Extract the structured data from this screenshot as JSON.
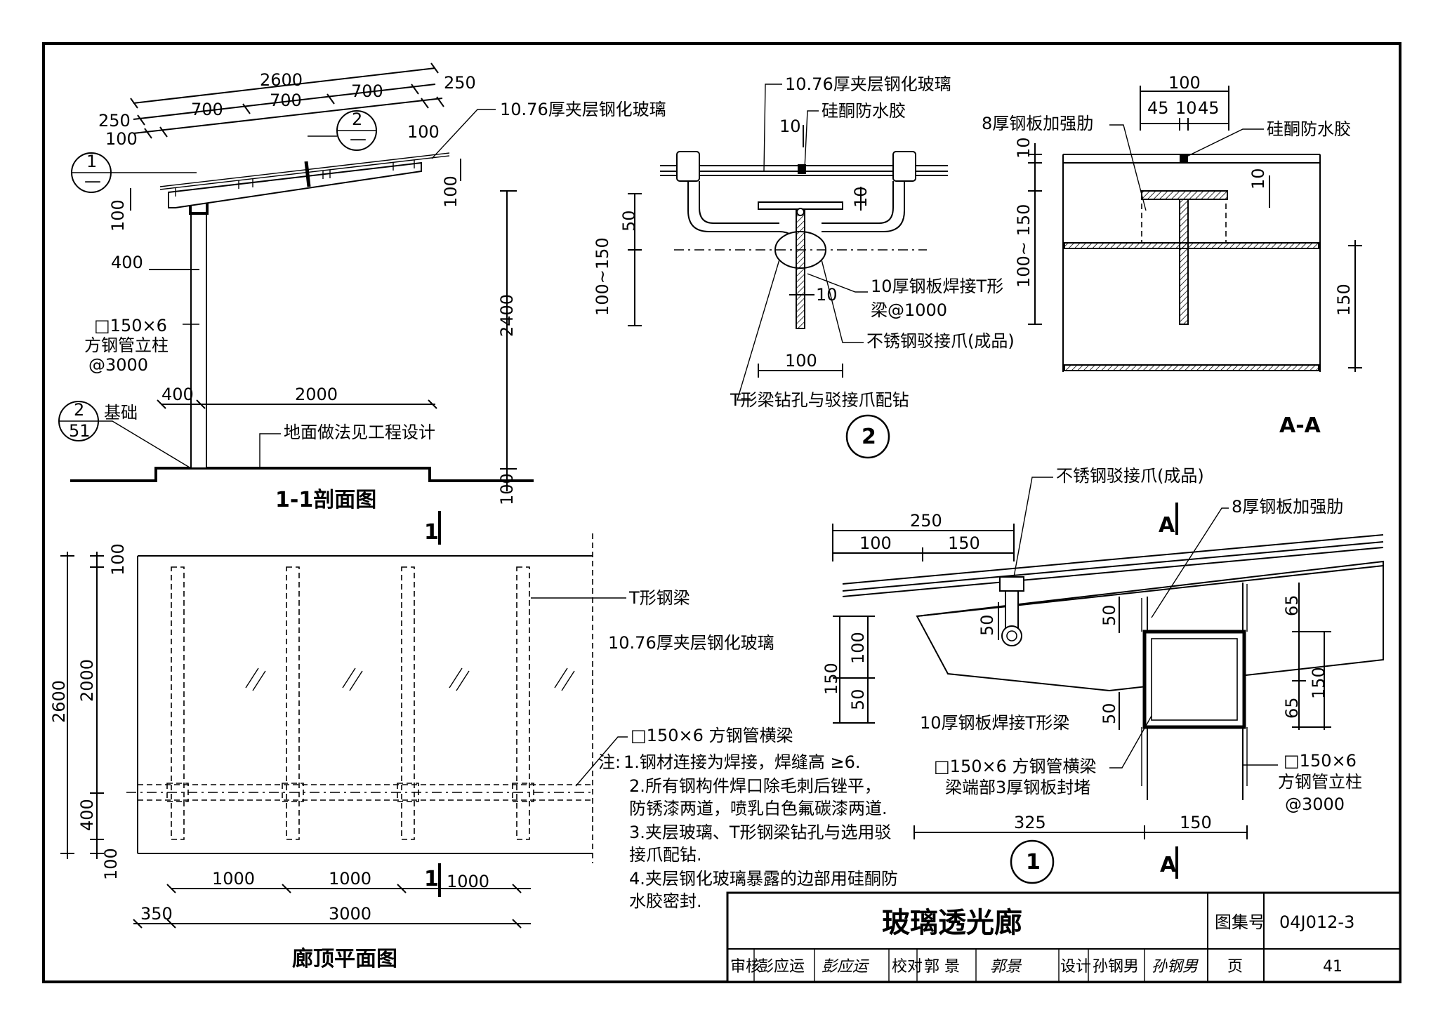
{
  "section_1_1": {
    "title": "1-1剖面图",
    "dims_top": [
      "2600",
      "250",
      "250",
      "700",
      "700",
      "700",
      "100",
      "100"
    ],
    "dim_100_left": "100",
    "dim_100_right": "100",
    "dim_400": "400",
    "dim_400b": "400",
    "dim_2000": "2000",
    "dim_2400": "2400",
    "dim_100_bottom": "100",
    "glass_label": "10.76厚夹层钢化玻璃",
    "column_label_1": "□150×6",
    "column_label_2": "方钢管立柱",
    "column_label_3": "@3000",
    "foundation_label": "基础",
    "ground_label": "地面做法见工程设计",
    "callout_1_top": "1",
    "callout_1_bottom": "—",
    "callout_2_top": "2",
    "callout_2_bottom": "—",
    "callout_f_top": "2",
    "callout_f_bottom": "51",
    "cut_mark": "1"
  },
  "detail_2": {
    "glass_label": "10.76厚夹层钢化玻璃",
    "sealant_label": "硅酮防水胶",
    "dim_10a": "10",
    "dim_10b": "10",
    "dim_10c": "10",
    "dim_50": "50",
    "dim_100_150": "100~150",
    "dim_100": "100",
    "beam_label_1": "10厚钢板焊接T形",
    "beam_label_2": "梁@1000",
    "claw_label": "不锈钢驳接爪(成品)",
    "drill_label": "T形梁钻孔与驳接爪配钻",
    "callout": "2"
  },
  "section_a_a": {
    "title": "A-A",
    "dim_100": "100",
    "dim_45a": "45",
    "dim_10": "10",
    "dim_45b": "45",
    "rib_label": "8厚钢板加强肋",
    "sealant_label": "硅酮防水胶",
    "dim_10_left": "10",
    "dim_10_mid": "10",
    "dim_100_150": "100~ 150",
    "dim_150": "150"
  },
  "plan": {
    "title": "廊顶平面图",
    "t_beam_label": "T形钢梁",
    "glass_label": "10.76厚夹层钢化玻璃",
    "cross_beam_label": "□150×6 方钢管横梁",
    "dim_2600": "2600",
    "dim_100_top": "100",
    "dim_2000": "2000",
    "dim_400": "400",
    "dim_100_bottom": "100",
    "dim_1000a": "1000",
    "dim_1000b": "1000",
    "dim_1000c": "1000",
    "dim_350": "350",
    "dim_3000": "3000",
    "cut_mark": "1"
  },
  "notes": {
    "heading": "注:",
    "lines": [
      "1.钢材连接为焊接，焊缝高 ≥6.",
      "2.所有钢构件焊口除毛刺后锉平，",
      "防锈漆两道，喷乳白色氟碳漆两道.",
      "3.夹层玻璃、T形钢梁钻孔与选用驳",
      "接爪配钻.",
      "4.夹层钢化玻璃暴露的边部用硅酮防",
      "水胶密封."
    ]
  },
  "detail_1": {
    "claw_label": "不锈钢驳接爪(成品)",
    "rib_label": "8厚钢板加强肋",
    "dim_250": "250",
    "dim_100": "100",
    "dim_150": "150",
    "dim_50a": "50",
    "dim_50b": "50",
    "dim_100v": "100",
    "dim_150v": "150",
    "dim_50c": "50",
    "dim_50d": "50",
    "dim_65a": "65",
    "dim_65b": "65",
    "dim_150r": "150",
    "beam_label": "10厚钢板焊接T形梁",
    "cross_beam_1": "□150×6 方钢管横梁",
    "cross_beam_2": "梁端部3厚钢板封堵",
    "column_1": "□150×6",
    "column_2": "方钢管立柱",
    "column_3": "@3000",
    "dim_325": "325",
    "dim_150b": "150",
    "section_mark": "A",
    "callout": "1"
  },
  "title_block": {
    "title": "玻璃透光廊",
    "atlas_label": "图集号",
    "atlas_no": "04J012-3",
    "review_label": "审核",
    "review_name": "彭应运",
    "review_sign": "彭应运",
    "check_label": "校对",
    "check_name": "郭 景",
    "check_sign": "郭景",
    "design_label": "设计",
    "design_name": "孙钢男",
    "design_sign": "孙钢男",
    "page_label": "页",
    "page_no": "41"
  }
}
